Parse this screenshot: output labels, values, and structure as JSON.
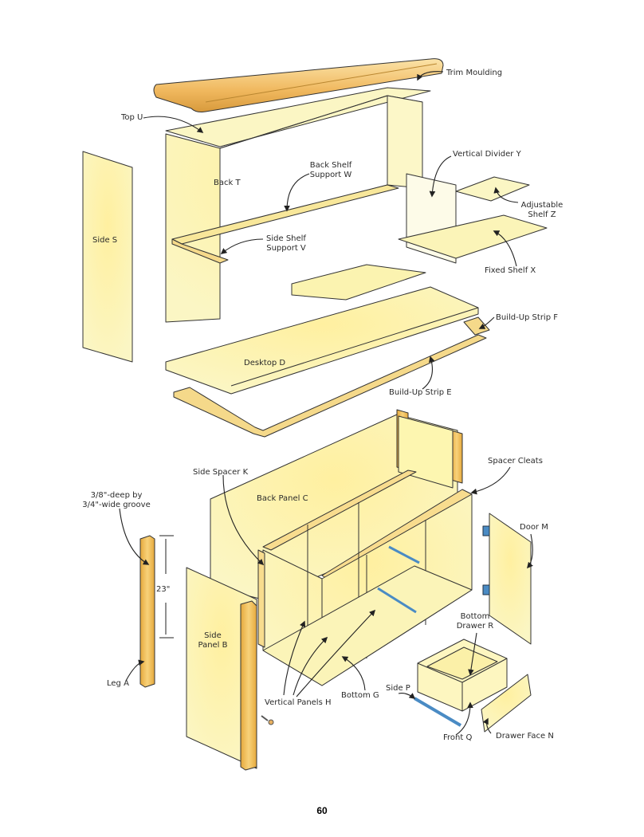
{
  "colors": {
    "panel_fill": "#fbf6b4",
    "panel_glow": "#fff0a0",
    "panel_edge": "#c9a84a",
    "leg_fill": "#f2c25a",
    "trim_fill": "#f5c877",
    "line": "#222222",
    "hardware": "#4a8bc4"
  },
  "labels": {
    "trim_moulding": "Trim Moulding",
    "top_u": "Top U",
    "vertical_divider_y": "Vertical Divider Y",
    "back_t": "Back T",
    "back_shelf_support_w_1": "Back Shelf",
    "back_shelf_support_w_2": "Support W",
    "adjustable_shelf_z_1": "Adjustable",
    "adjustable_shelf_z_2": "Shelf Z",
    "side_s": "Side S",
    "side_shelf_support_v_1": "Side Shelf",
    "side_shelf_support_v_2": "Support V",
    "fixed_shelf_x": "Fixed Shelf X",
    "build_up_strip_f": "Build-Up Strip F",
    "desktop_d": "Desktop D",
    "build_up_strip_e": "Build-Up Strip E",
    "spacer_cleats": "Spacer Cleats",
    "side_spacer_k": "Side Spacer K",
    "groove_1": "3/8\"-deep by",
    "groove_2": "3/4\"-wide groove",
    "back_panel_c": "Back Panel C",
    "door_m": "Door M",
    "dimension_23": "23\"",
    "side_panel_b_1": "Side",
    "side_panel_b_2": "Panel B",
    "bottom_drawer_r_1": "Bottom",
    "bottom_drawer_r_2": "Drawer R",
    "leg_a": "Leg A",
    "side_p": "Side P",
    "vertical_panels_h": "Vertical Panels H",
    "bottom_g": "Bottom G",
    "front_q": "Front Q",
    "drawer_face_n": "Drawer Face N"
  },
  "page_number": "60"
}
